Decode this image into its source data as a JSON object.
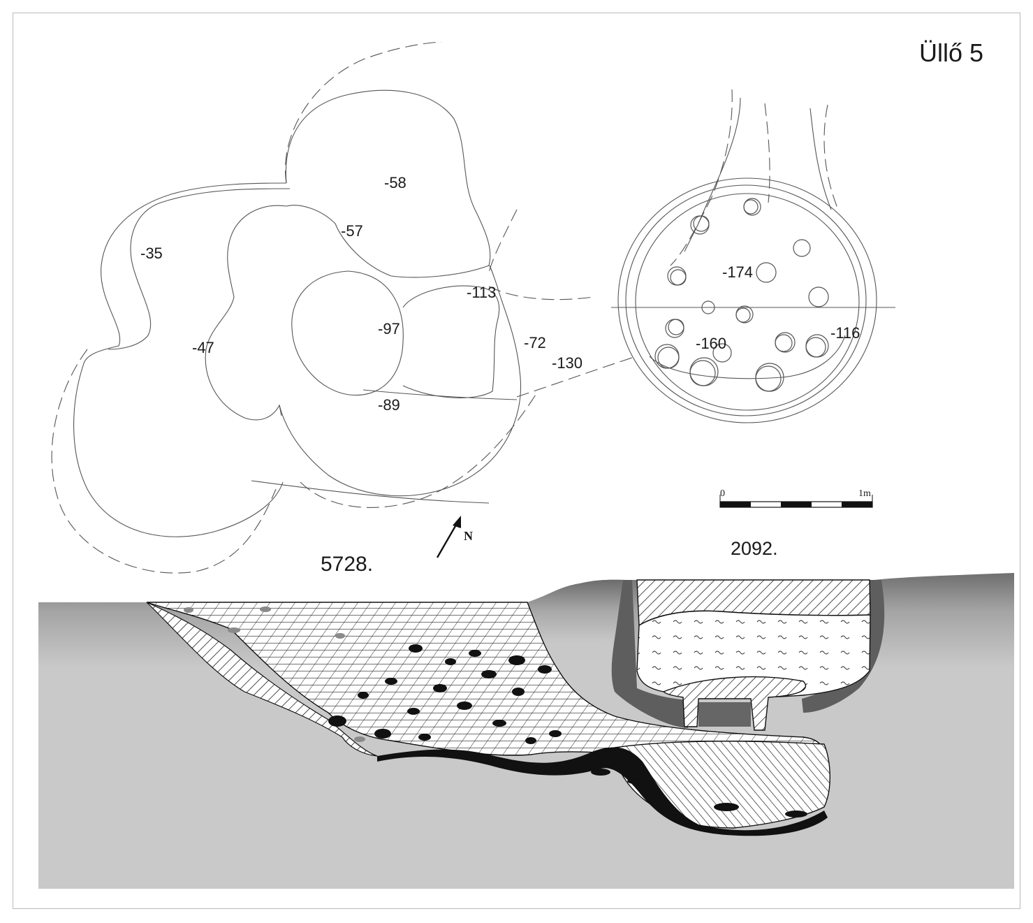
{
  "title": "Üllő 5",
  "features": {
    "left_feature": "5728.",
    "right_feature": "2092."
  },
  "depths": {
    "d_58": "-58",
    "d_57": "-57",
    "d_35": "-35",
    "d_47": "-47",
    "d_97": "-97",
    "d_113": "-113",
    "d_89": "-89",
    "d_72": "-72",
    "d_130": "-130",
    "d_174": "-174",
    "d_160": "-160",
    "d_116": "-116"
  },
  "scale_bar": {
    "start": "0",
    "end": "1m"
  },
  "north_arrow": {
    "label": "N"
  },
  "colors": {
    "line": "#555555",
    "section_dark": "#7a7a7a",
    "section_light": "#cfcfcf",
    "fill_black": "#111111"
  }
}
